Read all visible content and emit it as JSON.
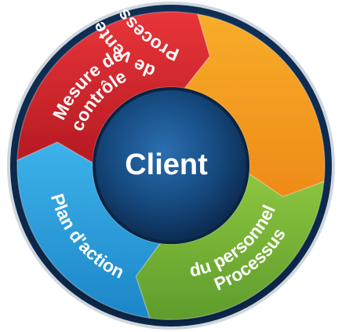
{
  "center": {
    "label": "Client"
  },
  "segments": [
    {
      "id": "mesure",
      "lines": [
        "Mesure de",
        "contrôle"
      ],
      "color": "#d9262c"
    },
    {
      "id": "vente",
      "lines": [
        "Processus",
        "de vente"
      ],
      "color": "#f39a1e"
    },
    {
      "id": "personnel",
      "lines": [
        "Processus",
        "du personnel"
      ],
      "color": "#7cb83a"
    },
    {
      "id": "action",
      "lines": [
        "Plan d'action"
      ],
      "color": "#2fa0dc"
    }
  ],
  "colors": {
    "ring_dark": "#10325c",
    "center_dark": "#0f3a66"
  }
}
